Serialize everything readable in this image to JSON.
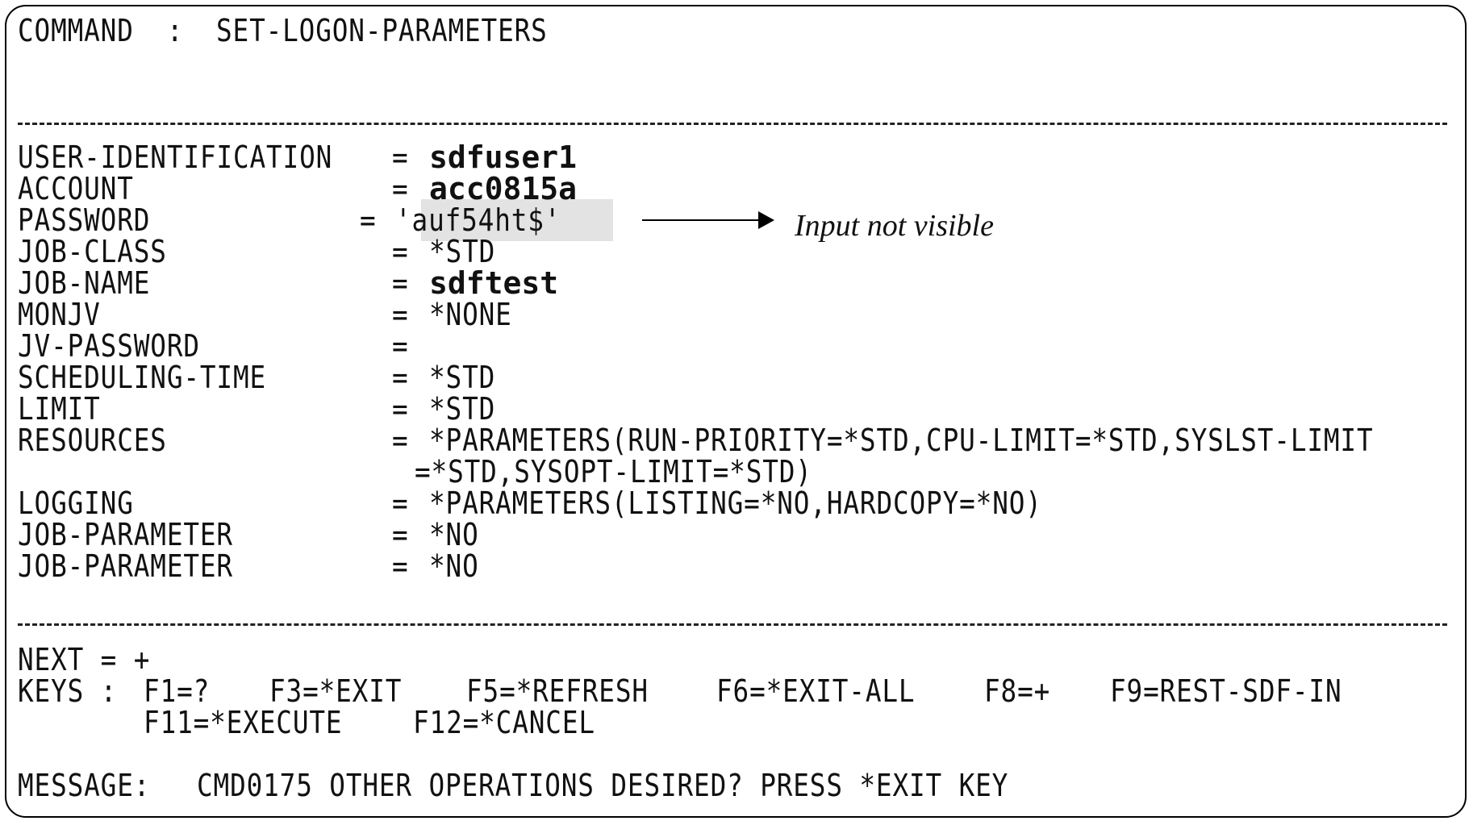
{
  "command": {
    "label": "COMMAND  :",
    "value": "SET-LOGON-PARAMETERS"
  },
  "fields": [
    {
      "label": "USER-IDENTIFICATION",
      "eq": "=",
      "value": "sdfuser1"
    },
    {
      "label": "ACCOUNT",
      "eq": "=",
      "value": "acc0815a"
    },
    {
      "label": "PASSWORD",
      "eq": "=",
      "value": "'auf54ht$'"
    },
    {
      "label": "JOB-CLASS",
      "eq": "=",
      "value": "*STD"
    },
    {
      "label": "JOB-NAME",
      "eq": "=",
      "value": "sdftest"
    },
    {
      "label": "MONJV",
      "eq": "=",
      "value": "*NONE"
    },
    {
      "label": "JV-PASSWORD",
      "eq": "=",
      "value": ""
    },
    {
      "label": "SCHEDULING-TIME",
      "eq": "=",
      "value": "*STD"
    },
    {
      "label": "LIMIT",
      "eq": "=",
      "value": "*STD"
    },
    {
      "label": "RESOURCES",
      "eq": "=",
      "value": "*PARAMETERS(RUN-PRIORITY=*STD,CPU-LIMIT=*STD,SYSLST-LIMIT",
      "continuation": "=*STD,SYSOPT-LIMIT=*STD)"
    },
    {
      "label": "LOGGING",
      "eq": "=",
      "value": "*PARAMETERS(LISTING=*NO,HARDCOPY=*NO)"
    },
    {
      "label": "JOB-PARAMETER",
      "eq": "=",
      "value": "*NO"
    },
    {
      "label": "JOB-PARAMETER",
      "eq": "=",
      "value": "*NO"
    }
  ],
  "annotation": "Input not visible",
  "next": "NEXT = +",
  "keys": {
    "label": "KEYS :",
    "line1": [
      "F1=?",
      "F3=*EXIT",
      "F5=*REFRESH",
      "F6=*EXIT-ALL",
      "F8=+",
      "F9=REST-SDF-IN"
    ],
    "line2": [
      "F11=*EXECUTE",
      "F12=*CANCEL"
    ]
  },
  "message": {
    "label": "MESSAGE:",
    "text": "CMD0175 OTHER OPERATIONS DESIRED? PRESS *EXIT KEY"
  },
  "colors": {
    "text": "#111111",
    "highlight": "#e3e3e3",
    "border": "#000000"
  }
}
